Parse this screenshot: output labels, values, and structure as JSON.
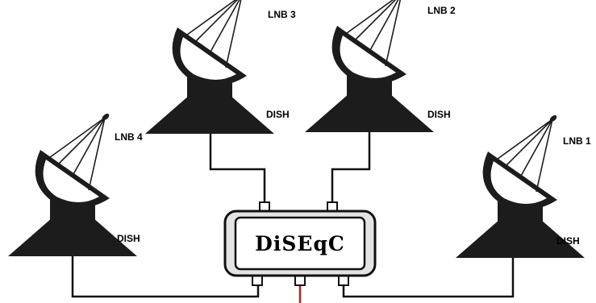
{
  "switch": {
    "label": "DiSEqC"
  },
  "dishes": [
    {
      "lnb": "LNB 3",
      "dish": "DISH"
    },
    {
      "lnb": "LNB 2",
      "dish": "DISH"
    },
    {
      "lnb": "LNB 4",
      "dish": "DISH"
    },
    {
      "lnb": "LNB 1",
      "dish": "DISH"
    }
  ],
  "colors": {
    "dish": "#1c1c1c",
    "output_cable": "#b22222",
    "switch_frame": "#e4e4e4"
  }
}
